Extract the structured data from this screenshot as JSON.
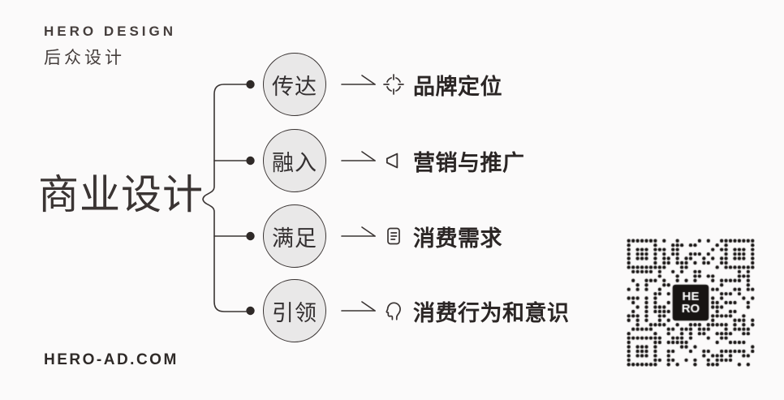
{
  "brand": {
    "name_en": "HERO DESIGN",
    "name_cn": "后众设计",
    "website": "HERO-AD.COM"
  },
  "diagram": {
    "root": "商业设计",
    "rows": [
      {
        "verb": "传达",
        "icon": "target-icon",
        "result": "品牌定位"
      },
      {
        "verb": "融入",
        "icon": "megaphone-icon",
        "result": "营销与推广"
      },
      {
        "verb": "满足",
        "icon": "document-icon",
        "result": "消费需求"
      },
      {
        "verb": "引领",
        "icon": "head-icon",
        "result": "消费行为和意识"
      }
    ]
  },
  "qr": {
    "badge_line1": "HE",
    "badge_line2": "RO"
  },
  "colors": {
    "background": "#fbfafa",
    "ink": "#3a3433",
    "label_ink": "#2b2625",
    "circle_fill": "#e9e8e8",
    "qr_ink": "#171413"
  }
}
